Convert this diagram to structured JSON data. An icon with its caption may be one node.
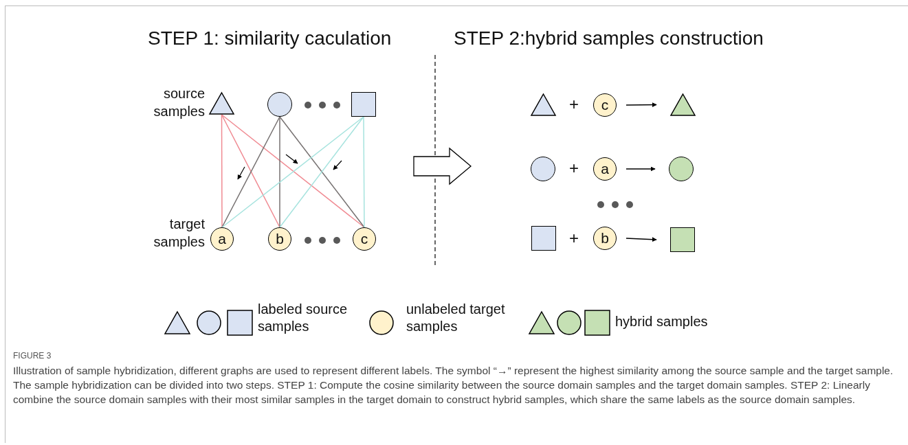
{
  "diagram": {
    "caption": "Illustration of sample hybridization, different graphs are used to represent different labels. The symbol “→” represent the highest similarity among the source sample and the target sample. The sample hybridization can be divided into two steps. STEP 1: Compute the cosine similarity between the source domain samples and the target domain samples. STEP 2: Linearly combine the source domain samples with their most similar samples in the target domain to construct hybrid samples, which share the same labels as the source domain samples.",
    "nodes": [
      {
        "text": [],
        "shape": "triangle"
      },
      {
        "text": [],
        "shape": "circle"
      },
      {
        "text": [],
        "shape": "box"
      },
      {
        "text": [
          "a"
        ]
      },
      {
        "text": [
          "b"
        ]
      },
      {
        "text": [
          "c"
        ]
      },
      {
        "text": [],
        "shape": "triangle"
      },
      {
        "text": [
          "c"
        ]
      },
      {
        "text": [],
        "shape": "triangle"
      },
      {
        "text": [],
        "shape": "circle"
      },
      {
        "text": [
          "a"
        ]
      },
      {
        "text": [],
        "shape": "circle"
      },
      {
        "text": [],
        "shape": "box"
      },
      {
        "text": [
          "b"
        ]
      },
      {
        "text": [],
        "shape": "box"
      }
    ],
    "edges": [
      {
        "from": 0,
        "to": 3,
        "arrow": "none",
        "color": "#f08a92"
      },
      {
        "from": 0,
        "to": 4,
        "arrow": "none",
        "color": "#f08a92"
      },
      {
        "from": 0,
        "to": 5,
        "arrow": "none",
        "color": "#f08a92"
      },
      {
        "from": 1,
        "to": 3,
        "arrow": "none",
        "color": "#767171"
      },
      {
        "from": 1,
        "to": 4,
        "arrow": "none",
        "color": "#767171"
      },
      {
        "from": 1,
        "to": 5,
        "arrow": "none",
        "color": "#767171"
      },
      {
        "from": 2,
        "to": 3,
        "arrow": "none",
        "color": "#a6e3de"
      },
      {
        "from": 2,
        "to": 4,
        "arrow": "none",
        "color": "#a6e3de"
      },
      {
        "from": 2,
        "to": 5,
        "arrow": "none",
        "color": "#a6e3de"
      },
      {
        "from": 7,
        "to": 8,
        "arrow": "to",
        "color": "#000000"
      },
      {
        "from": 10,
        "to": 11,
        "arrow": "to",
        "color": "#000000"
      },
      {
        "from": 13,
        "to": 14,
        "arrow": "to",
        "color": "#000000"
      }
    ],
    "labels": [
      "STEP 1: similarity caculation",
      "STEP 2:hybrid samples construction",
      "source samples",
      "target samples",
      "+",
      "+",
      "+",
      "FIGURE 3"
    ],
    "legend": [
      {
        "text": "labeled source samples"
      },
      {
        "text": "unlabeled target samples"
      },
      {
        "text": "hybrid samples"
      }
    ]
  }
}
